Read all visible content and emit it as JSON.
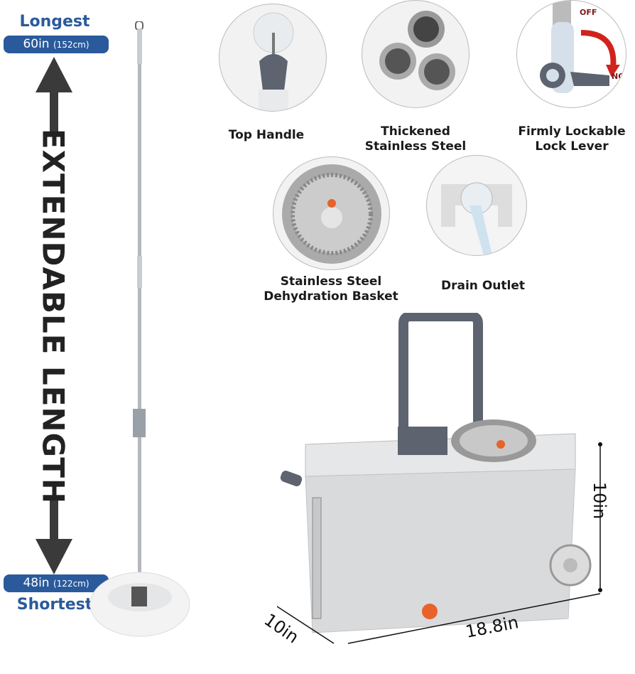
{
  "length": {
    "longest_label": "Longest",
    "longest_value": "60in",
    "longest_metric": "(152cm)",
    "shortest_label": "Shortest",
    "shortest_value": "48in",
    "shortest_metric": "(122cm)",
    "headline": "EXTENDABLE LENGTH"
  },
  "features": [
    {
      "line1": "Top Handle",
      "line2": ""
    },
    {
      "line1": "Thickened",
      "line2": "Stainless Steel"
    },
    {
      "line1": "Firmly Lockable",
      "line2": "Lock Lever"
    },
    {
      "line1": "Stainless Steel",
      "line2": "Dehydration Basket"
    },
    {
      "line1": "Drain Outlet",
      "line2": ""
    }
  ],
  "lever": {
    "off": "OFF",
    "on": "NO"
  },
  "dimensions": {
    "height": "10in",
    "length": "18.8in",
    "width": "10in"
  },
  "colors": {
    "accent": "#2a5a9c",
    "bucket": "#d9dadc",
    "handle": "#5d6470",
    "lever_arrow": "#d0231c"
  }
}
